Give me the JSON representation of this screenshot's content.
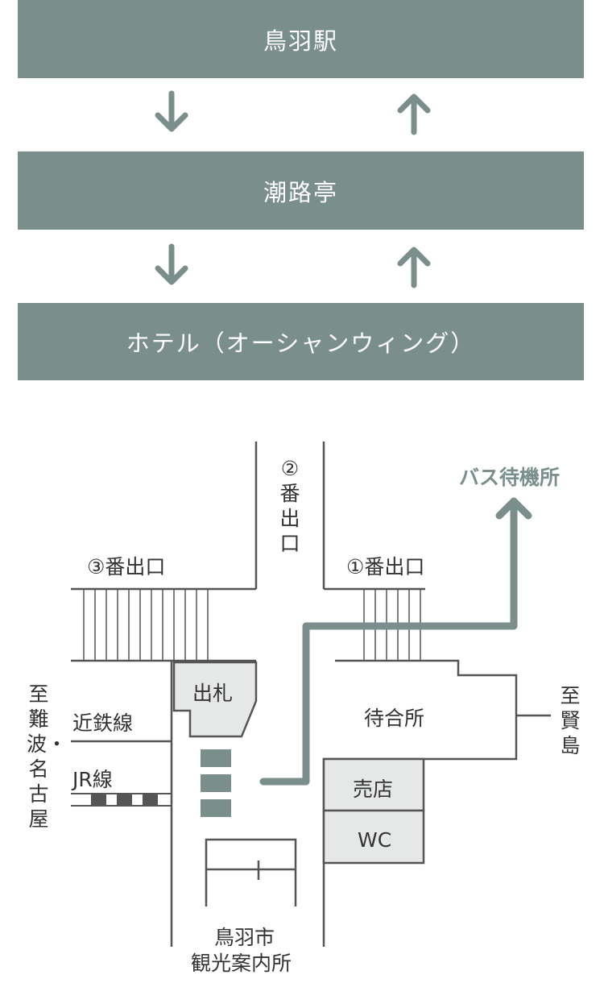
{
  "route": {
    "stops": [
      "鳥羽駅",
      "潮路亭",
      "ホテル（オーシャンウィング）"
    ]
  },
  "map": {
    "bus_stop": "バス待機所",
    "exit2": "②番出口",
    "exit3": "③番出口",
    "exit1": "①番出口",
    "ticket_gate": "出札",
    "waiting_room": "待合所",
    "to_west": "至難波・名古屋",
    "to_east": "至賢島",
    "kintetsu_line": "近鉄線",
    "jr_line": "JR線",
    "shop": "売店",
    "wc": "WC",
    "tourist_info_line1": "鳥羽市",
    "tourist_info_line2": "観光案内所"
  },
  "colors": {
    "accent": "#7a8f8c",
    "line": "#555555",
    "box_fill": "#e6e8e7"
  }
}
